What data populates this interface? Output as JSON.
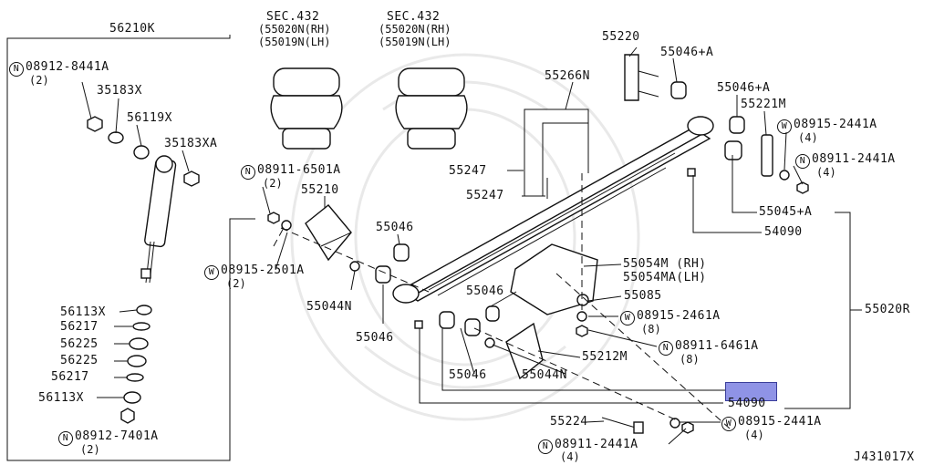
{
  "diagram": {
    "drawing_id": "J431017X",
    "parts": [
      {
        "key": "p56210K",
        "label": "56210K"
      },
      {
        "key": "p08912_8441A",
        "prefix": "N",
        "label": "08912-8441A",
        "qty": "(2)"
      },
      {
        "key": "p35183X",
        "label": "35183X"
      },
      {
        "key": "p56119X",
        "label": "56119X"
      },
      {
        "key": "p35183XA",
        "label": "35183XA"
      },
      {
        "key": "p56113X_a",
        "label": "56113X"
      },
      {
        "key": "p56217_a",
        "label": "56217"
      },
      {
        "key": "p56225_a",
        "label": "56225"
      },
      {
        "key": "p56225_b",
        "label": "56225"
      },
      {
        "key": "p56217_b",
        "label": "56217"
      },
      {
        "key": "p56113X_b",
        "label": "56113X"
      },
      {
        "key": "p08912_7401A",
        "prefix": "N",
        "label": "08912-7401A",
        "qty": "(2)"
      },
      {
        "key": "sec_rh_left",
        "label": "SEC.432",
        "line2": "(55020N(RH)",
        "line3": "(55019N(LH)"
      },
      {
        "key": "sec_rh_right",
        "label": "SEC.432",
        "line2": "(55020N(RH)",
        "line3": "(55019N(LH)"
      },
      {
        "key": "p08911_6501A",
        "prefix": "N",
        "label": "08911-6501A",
        "qty": "(2)"
      },
      {
        "key": "p55210",
        "label": "55210"
      },
      {
        "key": "p55046_a",
        "label": "55046"
      },
      {
        "key": "p08915_2501A",
        "prefix": "W",
        "label": "08915-2501A",
        "qty": "(2)"
      },
      {
        "key": "p55044N_a",
        "label": "55044N"
      },
      {
        "key": "p55046_b",
        "label": "55046"
      },
      {
        "key": "p55220",
        "label": "55220"
      },
      {
        "key": "p55046A_a",
        "label": "55046+A"
      },
      {
        "key": "p55266N",
        "label": "55266N"
      },
      {
        "key": "p55046A_b",
        "label": "55046+A"
      },
      {
        "key": "p55221M",
        "label": "55221M"
      },
      {
        "key": "p08915_2441A_top",
        "prefix": "W",
        "label": "08915-2441A",
        "qty": "(4)"
      },
      {
        "key": "p08911_2441A_top",
        "prefix": "N",
        "label": "08911-2441A",
        "qty": "(4)"
      },
      {
        "key": "p55247_a",
        "label": "55247"
      },
      {
        "key": "p55247_b",
        "label": "55247"
      },
      {
        "key": "p55045A",
        "label": "55045+A"
      },
      {
        "key": "p54090_a",
        "label": "54090"
      },
      {
        "key": "p55054M",
        "label": "55054M (RH)"
      },
      {
        "key": "p55054MA",
        "label": "55054MA(LH)"
      },
      {
        "key": "p55020R",
        "label": "55020R"
      },
      {
        "key": "p55046_c",
        "label": "55046"
      },
      {
        "key": "p55085",
        "label": "55085"
      },
      {
        "key": "p08915_2461A",
        "prefix": "W",
        "label": "08915-2461A",
        "qty": "(8)"
      },
      {
        "key": "p08911_6461A",
        "prefix": "N",
        "label": "08911-6461A",
        "qty": "(8)"
      },
      {
        "key": "p55212M",
        "label": "55212M"
      },
      {
        "key": "p55046_d",
        "label": "55046"
      },
      {
        "key": "p55044N_b",
        "label": "55044N"
      },
      {
        "key": "p54090_b",
        "label": "54090"
      },
      {
        "key": "p55224",
        "label": "55224"
      },
      {
        "key": "p08915_2441A_bot",
        "prefix": "W",
        "label": "08915-2441A",
        "qty": "(4)"
      },
      {
        "key": "p08911_2441A_bot",
        "prefix": "N",
        "label": "08911-2441A",
        "qty": "(4)"
      }
    ]
  }
}
